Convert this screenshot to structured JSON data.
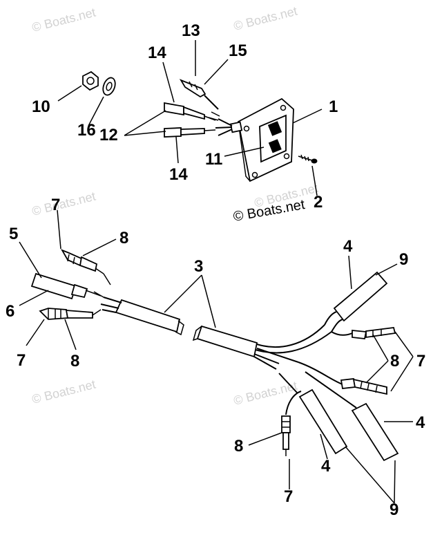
{
  "watermark": "© Boats.net",
  "copyright": "© Boats.net",
  "callouts": {
    "c1": "1",
    "c2": "2",
    "c3": "3",
    "c4a": "4",
    "c4b": "4",
    "c4c": "4",
    "c5": "5",
    "c6": "6",
    "c7a": "7",
    "c7b": "7",
    "c7c": "7",
    "c7d": "7",
    "c8a": "8",
    "c8b": "8",
    "c8c": "8",
    "c8d": "8",
    "c9a": "9",
    "c9b": "9",
    "c10": "10",
    "c11": "11",
    "c12": "12",
    "c13": "13",
    "c14a": "14",
    "c14b": "14",
    "c15": "15",
    "c16": "16"
  }
}
